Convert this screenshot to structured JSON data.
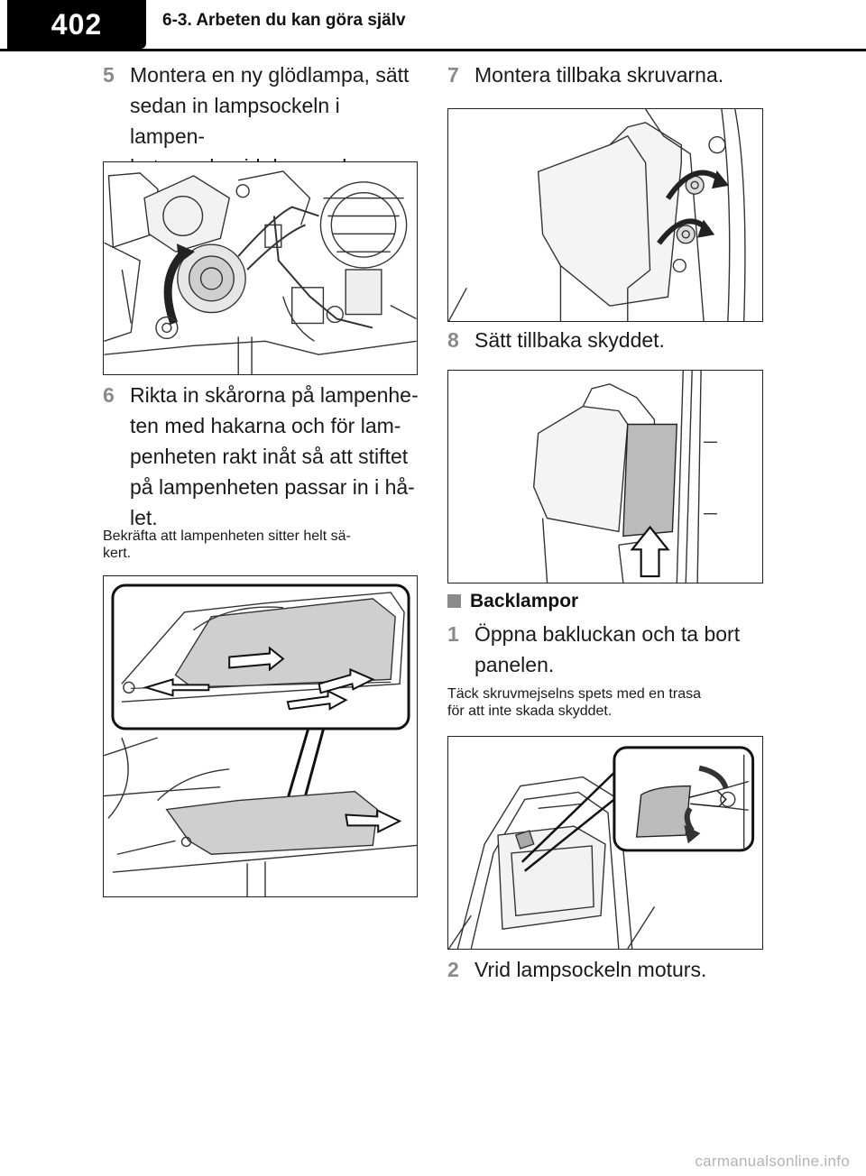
{
  "header": {
    "page_number": "402",
    "chapter_title": "6-3. Arbeten du kan göra själv"
  },
  "left_column": {
    "step5": {
      "number": "5",
      "text": "Montera en ny glödlampa, sätt\nsedan in lampsockeln i lampen-\nheten och vrid den medurs."
    },
    "step6": {
      "number": "6",
      "text": "Rikta in skårorna på lampenhe-\nten med hakarna och för lam-\npenheten rakt inåt så att stiftet\npå lampenheten passar in i hå-\nlet."
    },
    "note": "Bekräfta att lampenheten sitter helt sä-\nkert."
  },
  "right_column": {
    "step7": {
      "number": "7",
      "text": "Montera tillbaka skruvarna."
    },
    "step8": {
      "number": "8",
      "text": "Sätt tillbaka skyddet."
    },
    "section_heading": "Backlampor",
    "step1": {
      "number": "1",
      "text": "Öppna bakluckan och ta bort\npanelen."
    },
    "note": "Täck skruvmejselns spets med en trasa\nför att inte skada skyddet.",
    "step2": {
      "number": "2",
      "text": "Vrid lampsockeln moturs."
    }
  },
  "footer": {
    "watermark": "carmanualsonline.info"
  }
}
